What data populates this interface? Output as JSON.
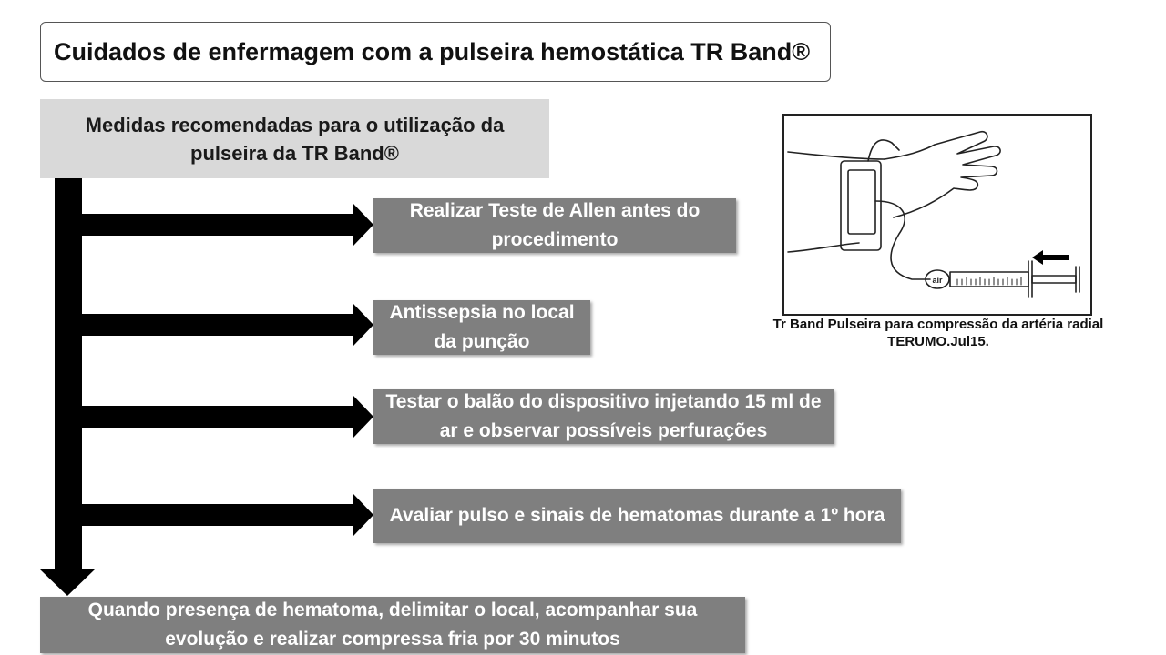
{
  "title": "Cuidados de enfermagem com a pulseira hemostática TR Band®",
  "header": "Medidas recomendadas para o utilização da pulseira da TR Band®",
  "steps": [
    {
      "text": "Realizar Teste de Allen antes do procedimento"
    },
    {
      "text": "Antissepsia no local da punção"
    },
    {
      "text": "Testar o balão do dispositivo injetando 15 ml de ar e observar possíveis perfurações"
    },
    {
      "text": "Avaliar pulso e sinais de hematomas durante a 1º hora"
    }
  ],
  "final": "Quando presença de hematoma, delimitar o local, acompanhar sua evolução e realizar compressa fria por 30 minutos",
  "illustration": {
    "caption": "Tr Band Pulseira para compressão da artéria radial TERUMO.Jul15.",
    "valve_label": "air"
  }
}
